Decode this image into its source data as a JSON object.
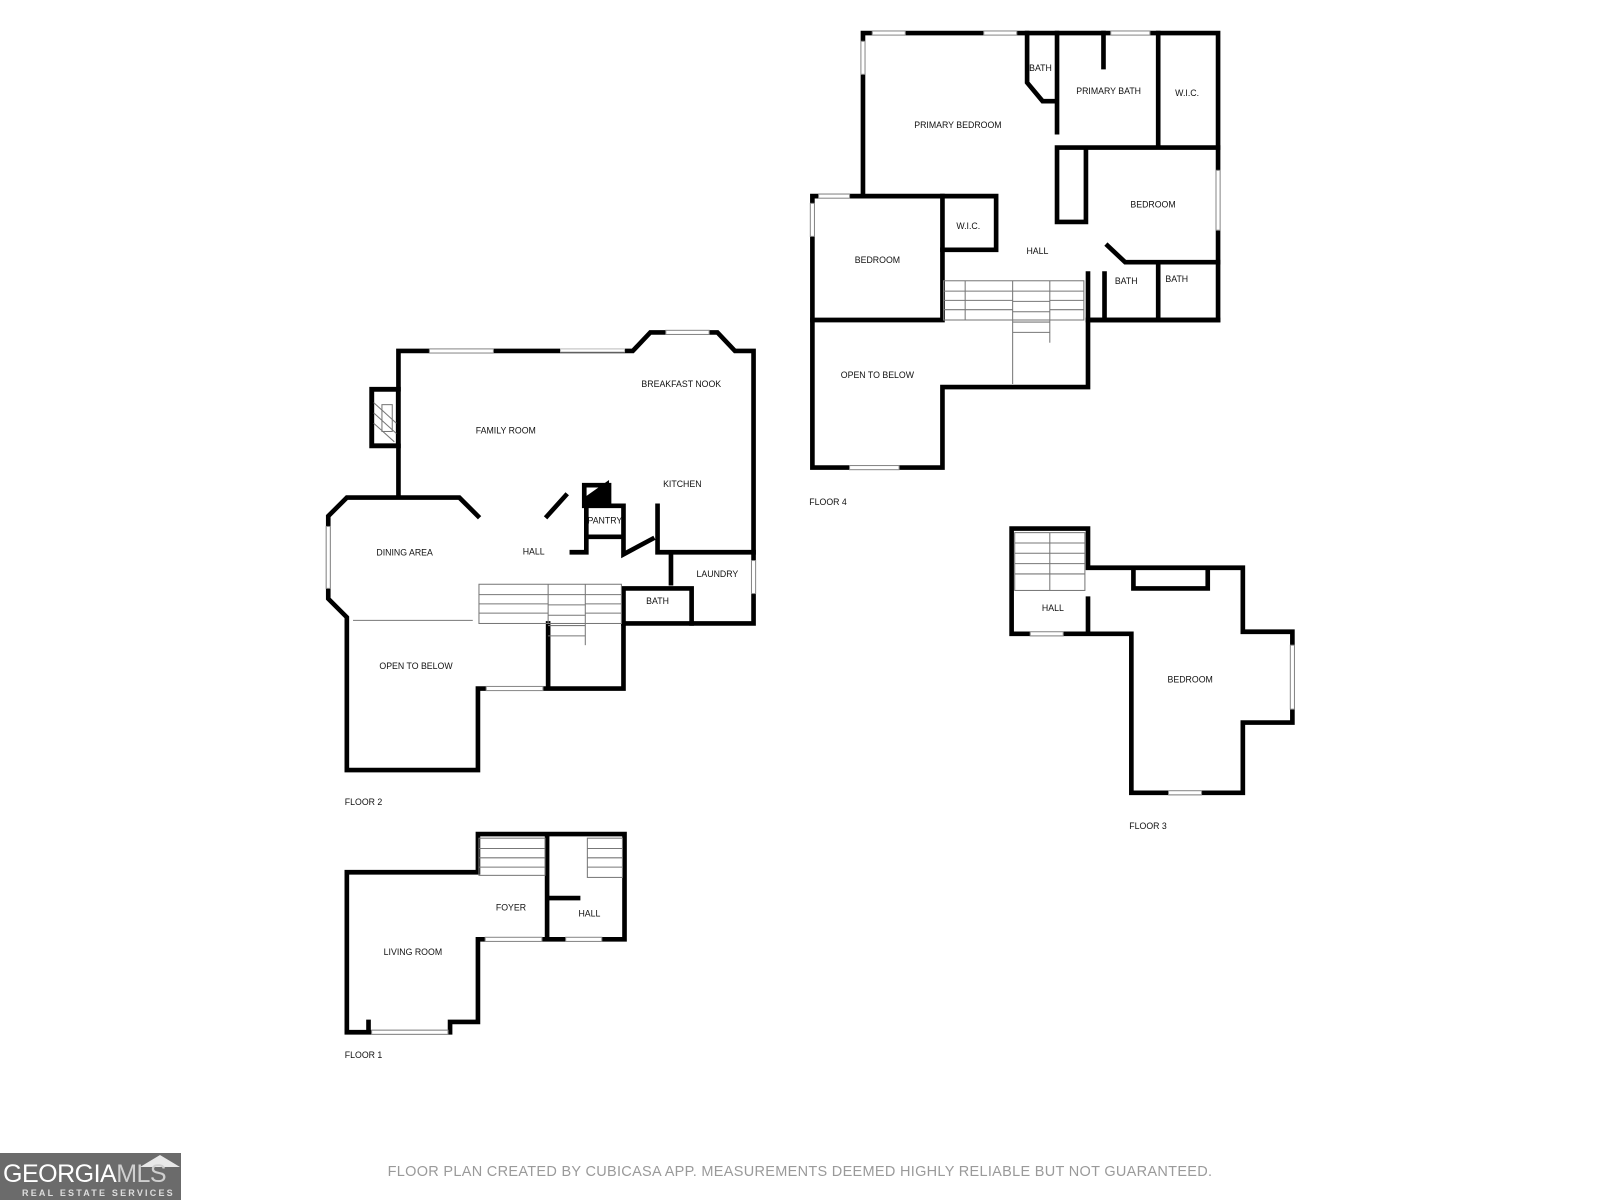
{
  "floors": [
    {
      "label": "FLOOR 1",
      "rooms": [
        "LIVING ROOM",
        "FOYER",
        "HALL"
      ]
    },
    {
      "label": "FLOOR 2",
      "rooms": [
        "FAMILY ROOM",
        "BREAKFAST NOOK",
        "KITCHEN",
        "PANTRY",
        "DINING AREA",
        "HALL",
        "LAUNDRY",
        "BATH",
        "OPEN TO BELOW"
      ]
    },
    {
      "label": "FLOOR 3",
      "rooms": [
        "HALL",
        "BEDROOM"
      ]
    },
    {
      "label": "FLOOR 4",
      "rooms": [
        "PRIMARY BEDROOM",
        "BATH",
        "PRIMARY BATH",
        "W.I.C.",
        "BEDROOM",
        "W.I.C.",
        "HALL",
        "BEDROOM",
        "BATH",
        "BATH",
        "OPEN TO BELOW"
      ]
    }
  ],
  "disclaimer": "FLOOR PLAN CREATED BY CUBICASA APP. MEASUREMENTS DEEMED HIGHLY RELIABLE BUT NOT GUARANTEED.",
  "logo": {
    "brand_main": "GEORGIA",
    "brand_accent": "MLS",
    "tagline": "REAL ESTATE SERVICES"
  },
  "colors": {
    "wall": "#000000",
    "disclaimer": "#9a9a9a",
    "logo_bg": "#6b6b6b"
  }
}
